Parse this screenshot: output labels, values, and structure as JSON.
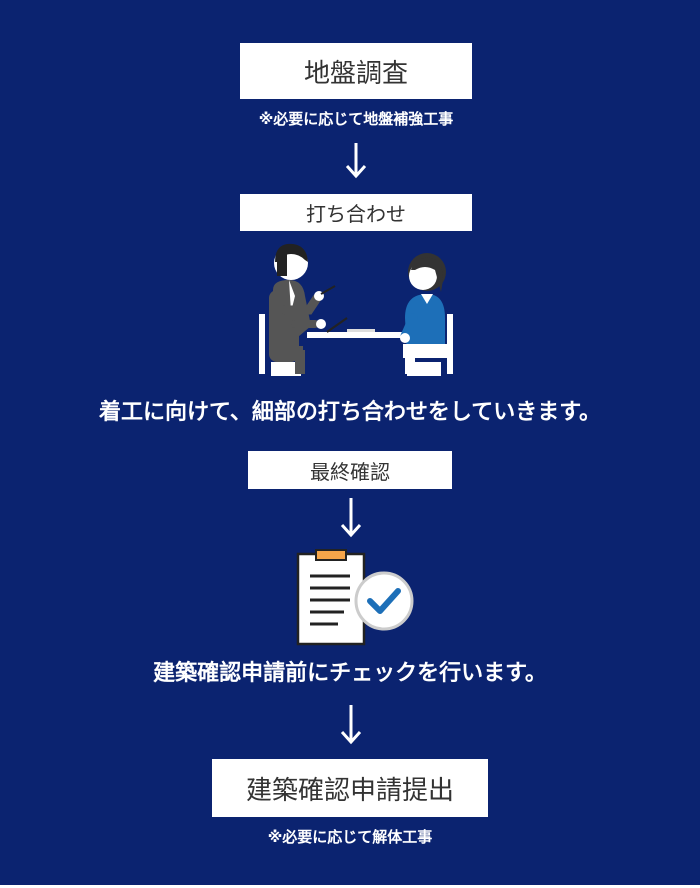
{
  "steps": {
    "survey": {
      "label": "地盤調査",
      "note": "※必要に応じて地盤補強工事"
    },
    "meeting": {
      "label": "打ち合わせ",
      "description": "着工に向けて、細部の打ち合わせをしていきます。"
    },
    "final_check": {
      "label": "最終確認",
      "description": "建築確認申請前にチェックを行います。"
    },
    "application": {
      "label": "建築確認申請提出",
      "note": "※必要に応じて解体工事"
    }
  },
  "colors": {
    "background": "#0b2370",
    "box": "#ffffff",
    "box_text": "#333333",
    "accent_blue": "#1d6fb8",
    "clipboard_orange": "#f5a54a"
  },
  "icons": {
    "arrow": "arrow-down-icon",
    "meeting": "meeting-people-icon",
    "checklist": "clipboard-check-icon"
  }
}
